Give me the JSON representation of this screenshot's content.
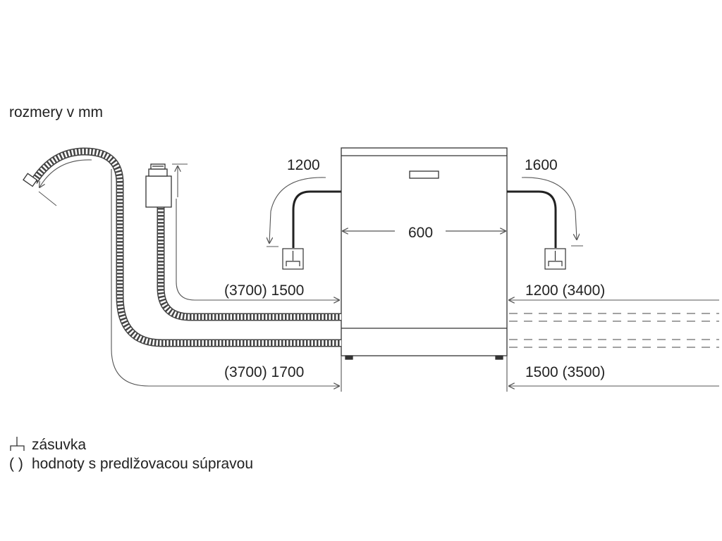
{
  "caption": "rozmery v mm",
  "dimensions": {
    "left_outlet_drop": "1200",
    "right_outlet_drop": "1600",
    "appliance_width": "600",
    "left_inlet_hose": "(3700) 1500",
    "right_inlet_hose": "1200 (3400)",
    "left_drain_hose": "(3700) 1700",
    "right_drain_hose": "1500 (3500)"
  },
  "legend": {
    "socket_symbol_label": "zásuvka",
    "paren_symbol": "( )",
    "paren_label": "hodnoty s predlžovacou súpravou"
  },
  "colors": {
    "line": "#333333",
    "hose": "#444444",
    "dim_arrow": "#555555"
  }
}
